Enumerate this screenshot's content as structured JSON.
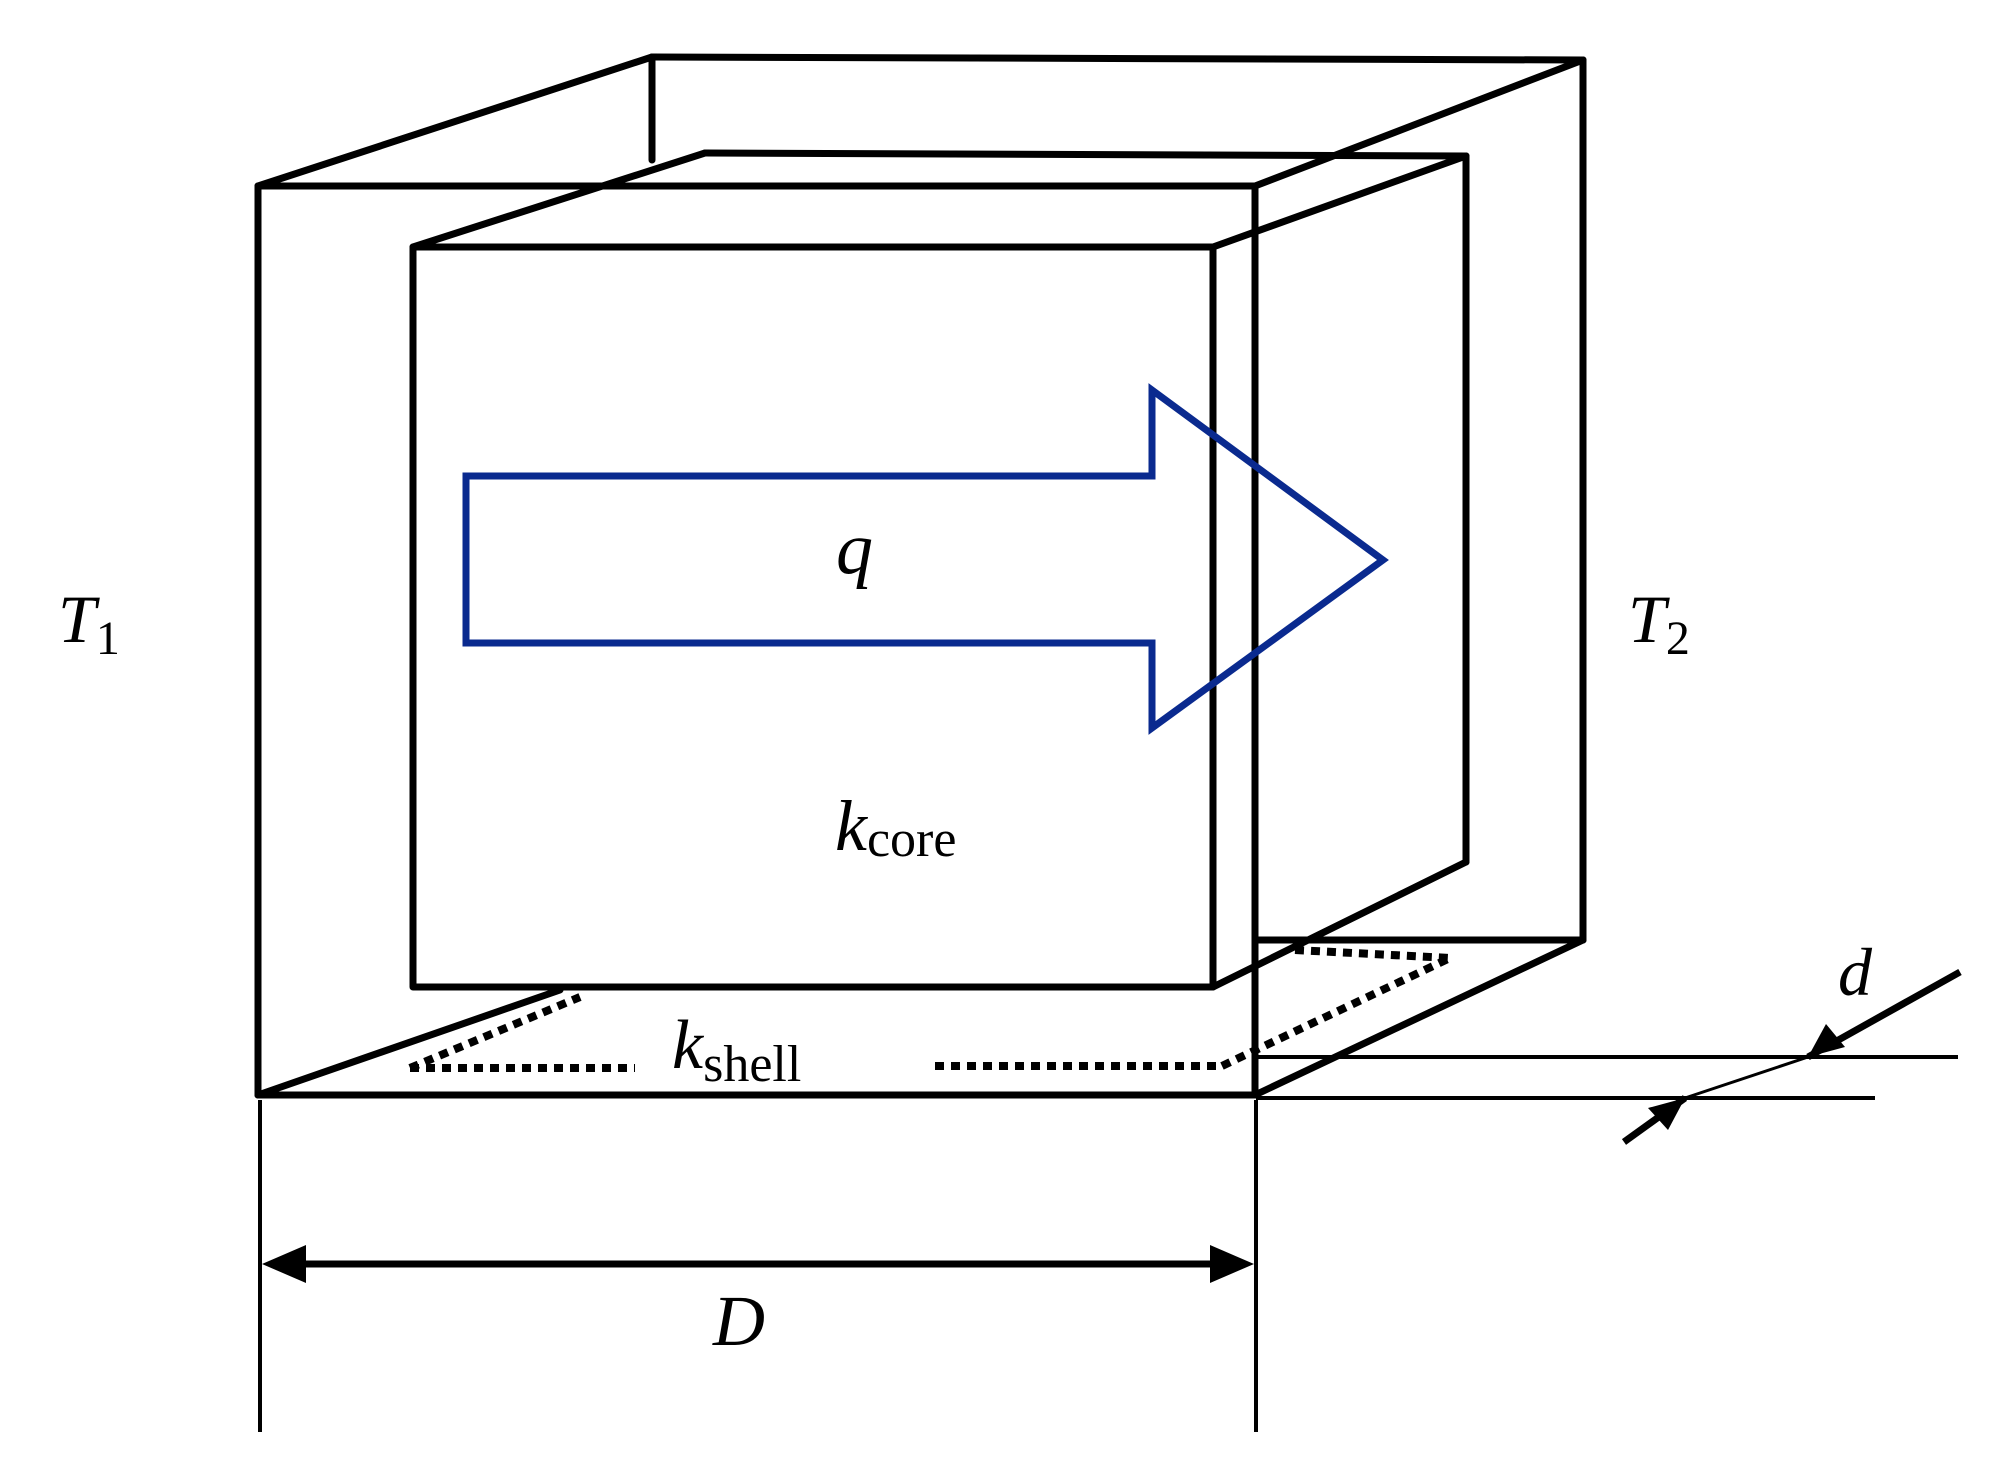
{
  "labels": {
    "t1": {
      "symbol": "T",
      "subscript": "1"
    },
    "t2": {
      "symbol": "T",
      "subscript": "2"
    },
    "heat_flux": {
      "symbol": "q"
    },
    "k_core": {
      "symbol": "k",
      "subscript": "core"
    },
    "k_shell": {
      "symbol": "k",
      "subscript": "shell"
    },
    "thickness": {
      "symbol": "d"
    },
    "width": {
      "symbol": "D"
    }
  },
  "colors": {
    "lines": "#000000",
    "arrow": "#0a2a8f",
    "background": "#ffffff"
  }
}
